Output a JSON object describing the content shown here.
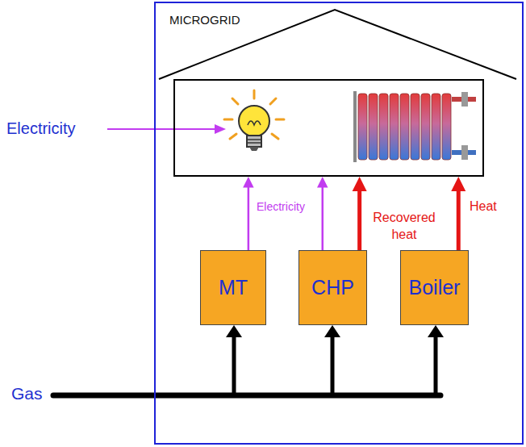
{
  "diagram": {
    "nodes": [
      {
        "text": [
          "MICROGRID"
        ]
      },
      {
        "text": [],
        "in": 0
      },
      {
        "text": [
          "MT"
        ],
        "in": 0
      },
      {
        "text": [
          "CHP"
        ],
        "in": 0
      },
      {
        "text": [
          "Boiler"
        ],
        "in": 0
      }
    ],
    "edges": [
      {
        "from": 2,
        "to": 1,
        "arrow": "to",
        "label": "Electricity"
      },
      {
        "from": 3,
        "to": 1,
        "arrow": "to"
      },
      {
        "from": 3,
        "to": 1,
        "arrow": "to",
        "label": "Recovered heat"
      },
      {
        "from": 4,
        "to": 1,
        "arrow": "to",
        "label": "Heat"
      }
    ],
    "labels": [
      "Electricity",
      "Gas"
    ]
  }
}
